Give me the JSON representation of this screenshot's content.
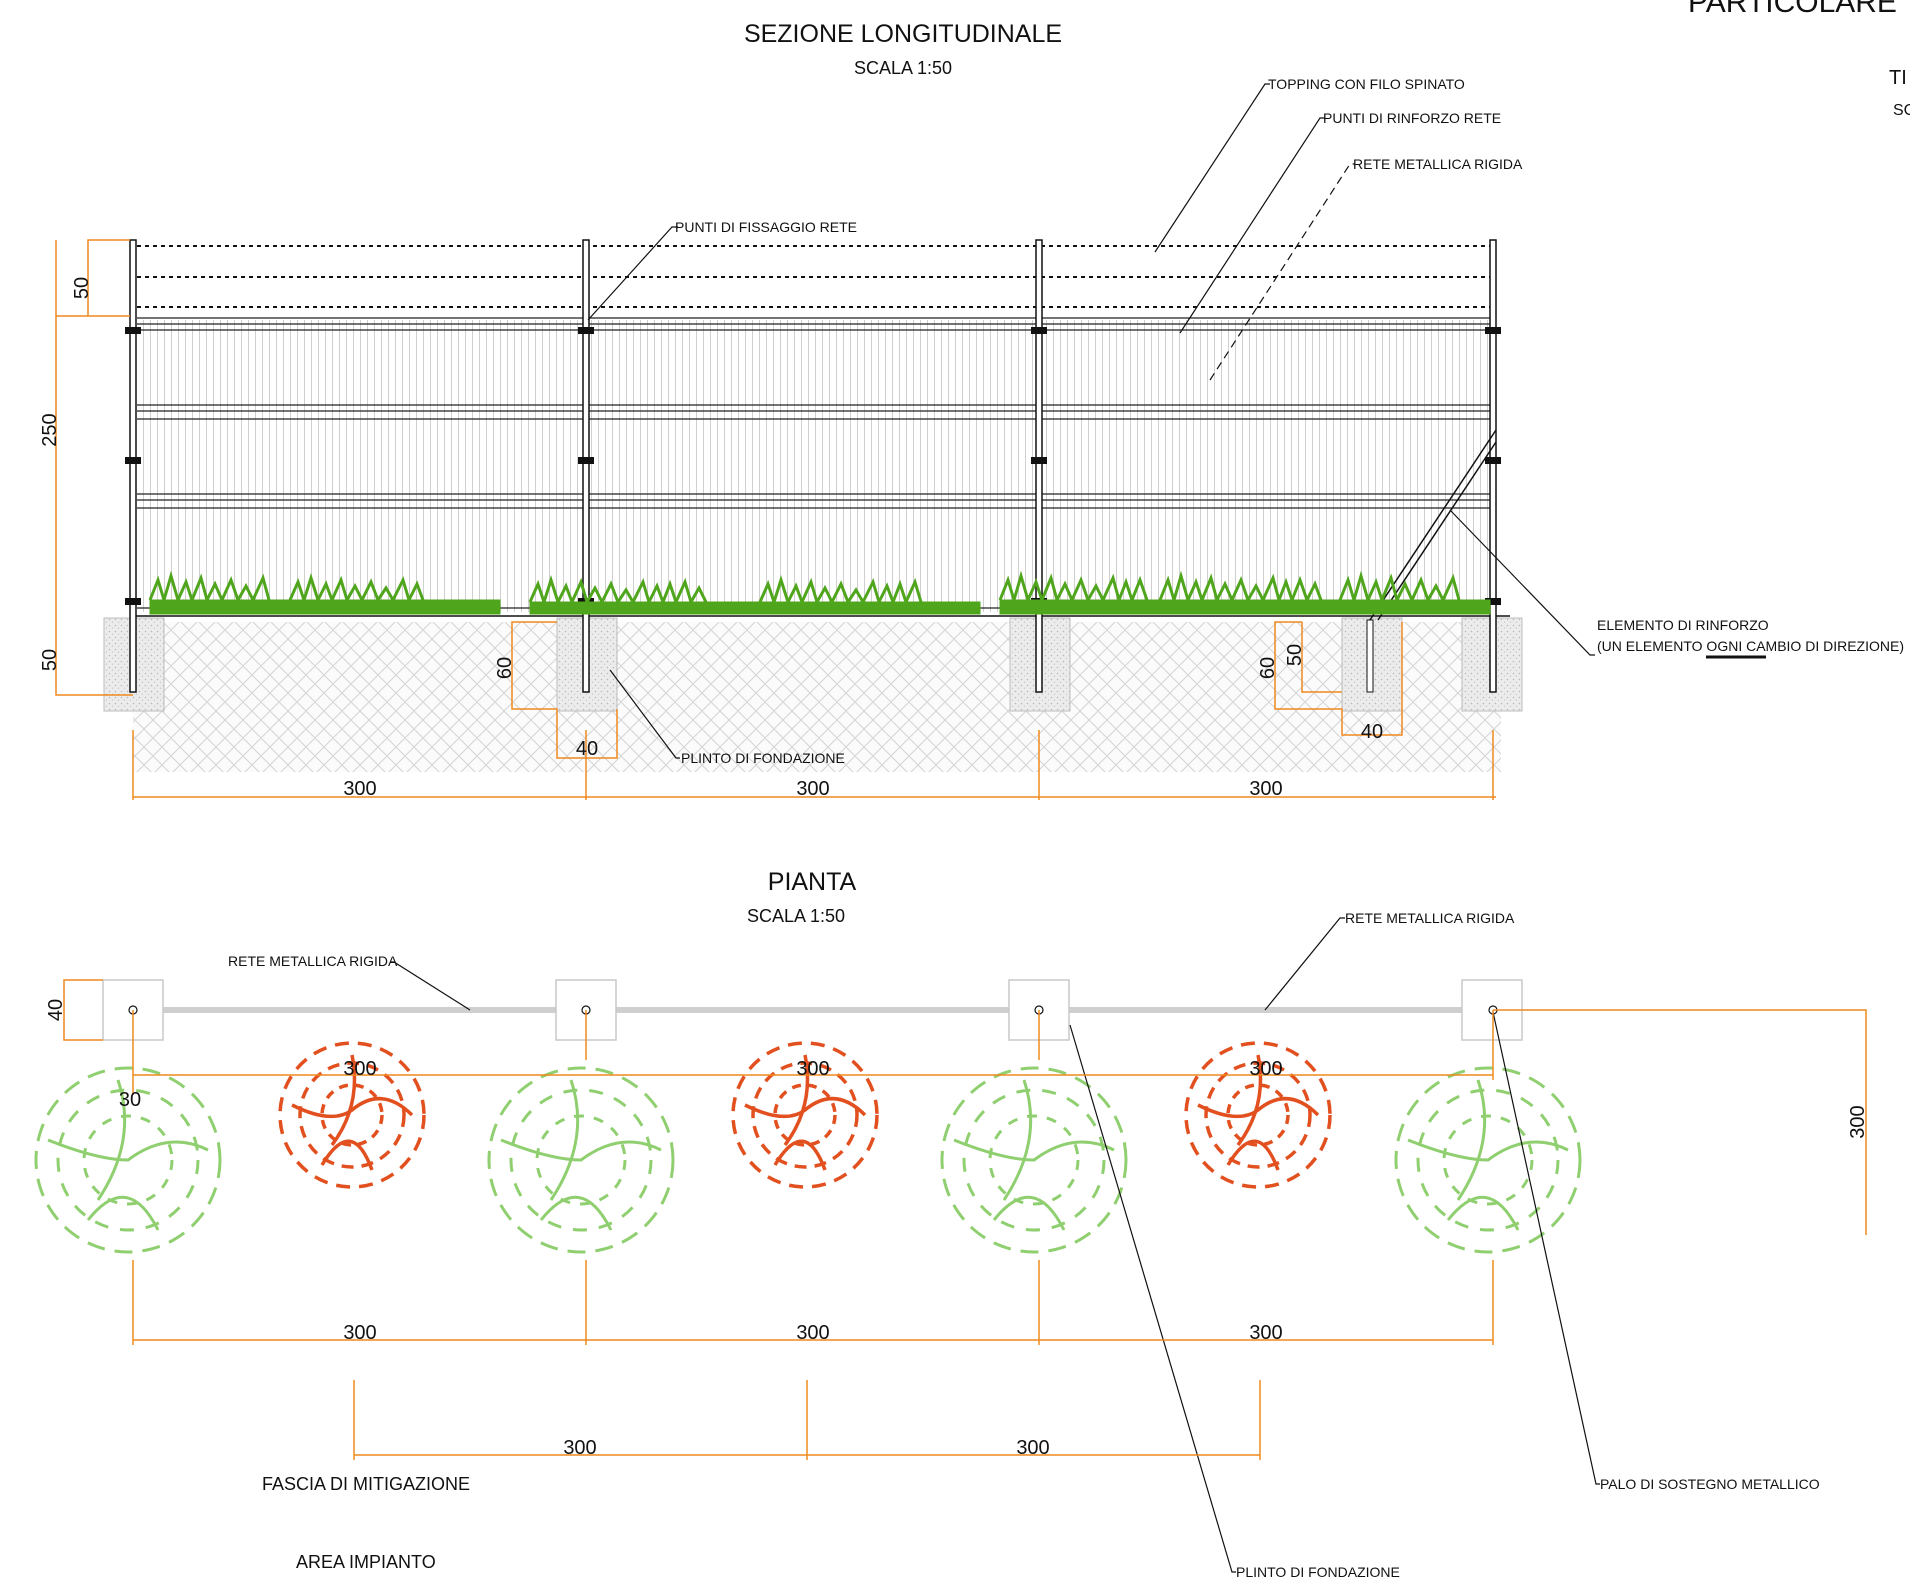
{
  "header": {
    "cut_title_fragment": "PARTICOLARE",
    "cut_fragment_1": "TI",
    "cut_fragment_2": "SC"
  },
  "section": {
    "title": "SEZIONE LONGITUDINALE",
    "scale": "SCALA 1:50",
    "labels": {
      "topping": "TOPPING CON FILO SPINATO",
      "reinforcement_points": "PUNTI DI RINFORZO RETE",
      "rigid_mesh": "RETE METALLICA RIGIDA",
      "fixing_points": "PUNTI DI FISSAGGIO RETE",
      "reinforcement_element_line1": "ELEMENTO DI RINFORZO",
      "reinforcement_element_line2": "(UN ELEMENTO OGNI CAMBIO DI DIREZIONE)",
      "foundation": "PLINTO DI FONDAZIONE"
    },
    "dimensions": {
      "topping_height": "50",
      "fence_height": "250",
      "underground": "50",
      "plinth_depth": "60",
      "plinth_depth_2": "60",
      "plinth_inner": "50",
      "plinth_width": "40",
      "plinth_width_2": "40",
      "span_1": "300",
      "span_2": "300",
      "span_3": "300"
    }
  },
  "plan": {
    "title": "PIANTA",
    "scale": "SCALA 1:50",
    "labels": {
      "rigid_mesh_left": "RETE METALLICA RIGIDA",
      "rigid_mesh_right": "RETE METALLICA RIGIDA",
      "mitigation_band": "FASCIA DI MITIGAZIONE",
      "plant_area": "AREA IMPIANTO",
      "foundation": "PLINTO DI FONDAZIONE",
      "support_post": "PALO DI SOSTEGNO METALLICO"
    },
    "dimensions": {
      "plinth_size": "40",
      "offset": "30",
      "tree_1": "300",
      "tree_2": "300",
      "tree_3": "300",
      "band_depth": "300",
      "span_1": "300",
      "span_2": "300",
      "span_3": "300",
      "shrub_span_1": "300",
      "shrub_span_2": "300"
    }
  },
  "colors": {
    "dimension": "#ef8a1e",
    "grass": "#4fa51b",
    "tree_green": "#8fcf6f",
    "tree_red": "#e2501f",
    "ink": "#111111",
    "mesh": "#9a9a9a"
  }
}
